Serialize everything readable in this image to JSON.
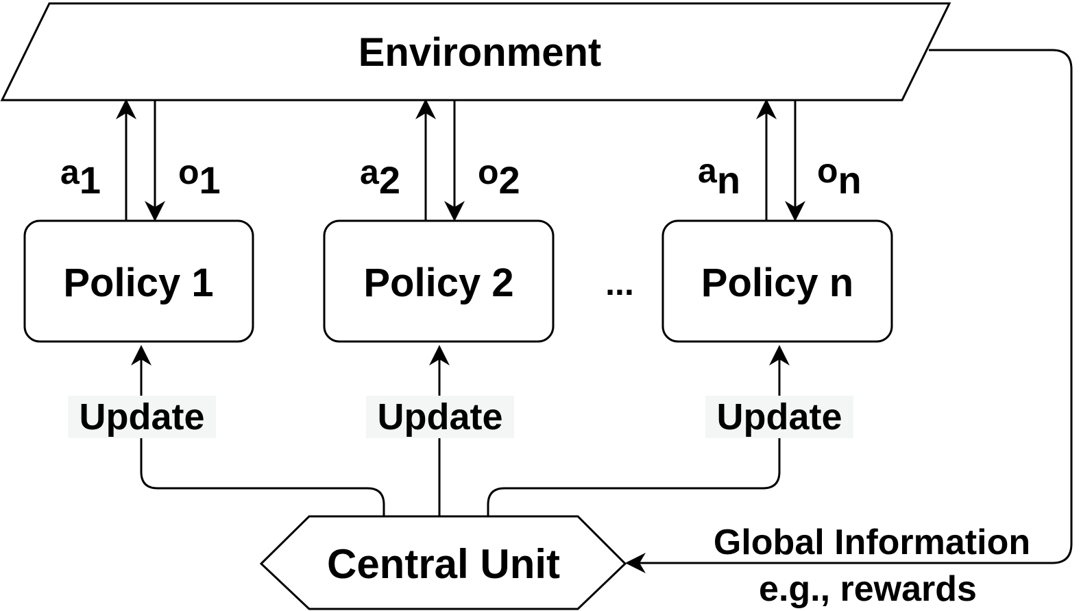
{
  "environment": {
    "label": "Environment"
  },
  "policies": [
    {
      "label": "Policy 1",
      "action": "a",
      "action_sub": "1",
      "observation": "o",
      "observation_sub": "1",
      "update_label": "Update"
    },
    {
      "label": "Policy 2",
      "action": "a",
      "action_sub": "2",
      "observation": "o",
      "observation_sub": "2",
      "update_label": "Update"
    },
    {
      "label": "Policy n",
      "action": "a",
      "action_sub": "n",
      "observation": "o",
      "observation_sub": "n",
      "update_label": "Update"
    }
  ],
  "ellipsis": "...",
  "central_unit": {
    "label": "Central Unit"
  },
  "global_info": {
    "line1": "Global Information",
    "line2": "e.g., rewards"
  }
}
